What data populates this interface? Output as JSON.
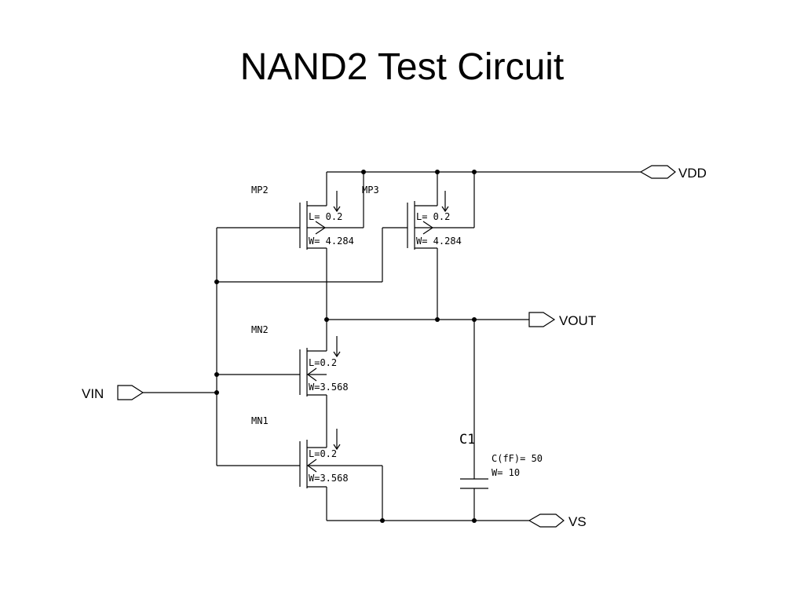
{
  "slide": {
    "title": "NAND2 Test Circuit"
  },
  "ports": {
    "vdd": "VDD",
    "vout": "VOUT",
    "vin": "VIN",
    "vs": "VS"
  },
  "transistors": {
    "mp2": {
      "name": "MP2",
      "L": "L= 0.2",
      "W": "W= 4.284"
    },
    "mp3": {
      "name": "MP3",
      "L": "L= 0.2",
      "W": "W= 4.284"
    },
    "mn2": {
      "name": "MN2",
      "L": "L=0.2",
      "W": "W=3.568"
    },
    "mn1": {
      "name": "MN1",
      "L": "L=0.2",
      "W": "W=3.568"
    }
  },
  "capacitor": {
    "name": "C1",
    "C": "C(fF)= 50",
    "W": "W= 10"
  }
}
